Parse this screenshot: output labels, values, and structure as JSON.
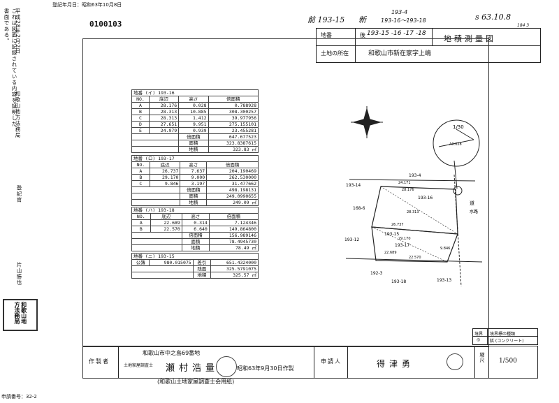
{
  "header": {
    "registration_date": "登記年月日：昭和63年10月8日",
    "doc_number": "0100103",
    "old_lot_label": "前",
    "old_lot": "193-15",
    "new_label": "新",
    "new_note_top": "193-4",
    "new_note": "193-16〜193-18",
    "date_note": "s 63.10.8",
    "date_sub": "184 3"
  },
  "left_margin": {
    "cert_text": "これは図面に記録されている内容を証明した書面である。",
    "cert_date": "平成28年2月2日",
    "office": "和歌山地方法務局",
    "registrar": "登記官",
    "registrar_name": "片山勝也",
    "seal_text": "和歌山地方法務局"
  },
  "title_block": {
    "lot_label": "地番",
    "lot_after_label": "後",
    "lot_value": "193-15 -16 -17 -18",
    "title": "地積測量図",
    "location_label": "土地の所在",
    "location_value": "和歌山市新在家字上嶋"
  },
  "tables": [
    {
      "lot": "地番 (イ) 193-16",
      "headers": [
        "NO.",
        "底辺",
        "高さ",
        "倍面積"
      ],
      "rows": [
        [
          "A",
          "28.176",
          "0.028",
          "0.788928"
        ],
        [
          "B",
          "28.313",
          "10.885",
          "308.300257"
        ],
        [
          "C",
          "28.313",
          "1.412",
          "39.977956"
        ],
        [
          "D",
          "27.651",
          "9.951",
          "275.155101"
        ],
        [
          "E",
          "24.979",
          "0.939",
          "23.455281"
        ]
      ],
      "totals": [
        [
          "倍面積",
          "647.677523"
        ],
        [
          "面積",
          "323.8387615"
        ],
        [
          "地積",
          "323.83 ㎡"
        ]
      ]
    },
    {
      "lot": "地番 (ロ) 193-17",
      "headers": [
        "NO.",
        "底辺",
        "高さ",
        "倍面積"
      ],
      "rows": [
        [
          "A",
          "26.737",
          "7.637",
          "204.190469"
        ],
        [
          "B",
          "29.170",
          "9.000",
          "262.530000"
        ],
        [
          "C",
          "9.846",
          "3.197",
          "31.477662"
        ]
      ],
      "totals": [
        [
          "倍面積",
          "498.198131"
        ],
        [
          "面積",
          "249.0990655"
        ],
        [
          "地積",
          "249.09 ㎡"
        ]
      ]
    },
    {
      "lot": "地番 (ハ) 193-18",
      "headers": [
        "NO.",
        "底辺",
        "高さ",
        "倍面積"
      ],
      "rows": [
        [
          "A",
          "22.689",
          "0.314",
          "7.124346"
        ],
        [
          "B",
          "22.570",
          "6.640",
          "149.864800"
        ]
      ],
      "totals": [
        [
          "倍面積",
          "156.989146"
        ],
        [
          "面積",
          "78.4945730"
        ],
        [
          "地積",
          "78.49 ㎡"
        ]
      ]
    },
    {
      "lot": "地番 (ニ) 193-15",
      "rows": [
        [
          "公簿",
          "980.015075",
          "差引",
          "651.4324000"
        ]
      ],
      "totals": [
        [
          "残面",
          "325.5791075"
        ],
        [
          "地積",
          "325.57 ㎡"
        ]
      ]
    }
  ],
  "map": {
    "scale_note": "1/30",
    "labels": [
      "193-4",
      "193-14",
      "193-16",
      "193-12",
      "193-15",
      "193-17",
      "193-18",
      "192-3",
      "193-13",
      "168-6",
      "道",
      "水路"
    ],
    "dims": [
      "24.171",
      "28.176",
      "28.313",
      "26.737",
      "29.170",
      "22.689",
      "22.570",
      "9.846",
      "A0.028"
    ]
  },
  "legend": {
    "col1": "境界",
    "col2": "境界標の種類",
    "row_sym": "◎",
    "row_text": "鋲 (コンクリート)"
  },
  "footer": {
    "author_label": "作製者",
    "author_address": "和歌山市中之島69番地",
    "author_title": "土地家屋調査士",
    "author_name": "瀬村浩量",
    "made_date": "昭和63年9月30日作製",
    "applicant_label": "申請人",
    "applicant_name": "得津勇",
    "scale_label": "縮尺",
    "scale_value": "1/500",
    "paper_note": "(和歌山土地家屋調査士会用紙)"
  },
  "application_number": "申請番号：32-2"
}
